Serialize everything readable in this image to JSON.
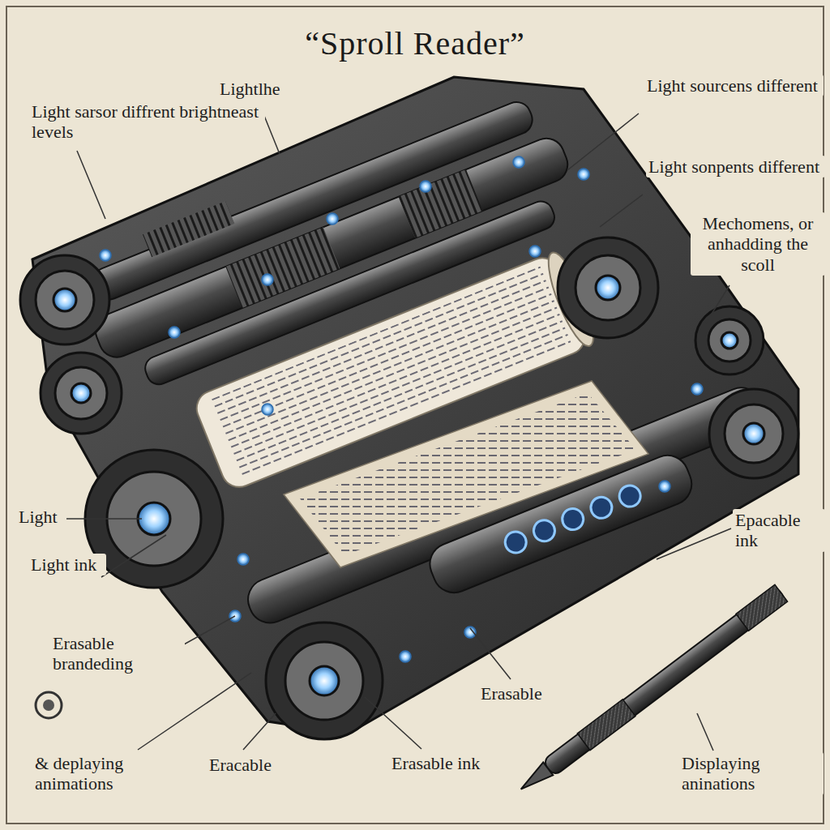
{
  "diagram": {
    "title": "“Sproll Reader”",
    "labels": [
      "Lightlhe",
      "Light sarsor diffrent brightneast levels",
      "Light sourcens different",
      "Light sonpents different",
      "Mechomens, or anhadding the scoll",
      "Light",
      "Light ink",
      "Erasable brandeding",
      "& deplaying animations",
      "Eracable",
      "Erasable ink",
      "Erasable",
      "Epacable ink",
      "Displaying aninations"
    ]
  }
}
